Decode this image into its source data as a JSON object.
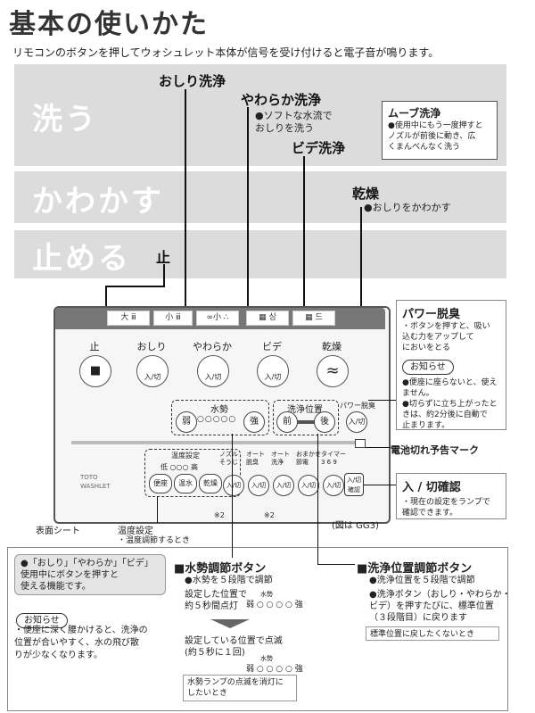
{
  "title": "基本の使いかた",
  "subtitle": "リモコンのボタンを押してウォシュレット本体が信号を受け付けると電子音が鳴ります。",
  "bands": {
    "wash": "洗う",
    "dry": "かわかす",
    "stop": "止める"
  },
  "callouts": {
    "oshiri": "おしり洗浄",
    "yawaraka": "やわらか洗浄",
    "yawaraka_note": "●ソフトな水流で\nおしりを洗う",
    "bidet": "ビデ洗浄",
    "kanso": "乾燥",
    "kanso_note": "●おしりをかわかす",
    "stop": "止"
  },
  "move": {
    "title": "ムーブ洗浄",
    "text": "●使用中にもう一度押すと\nノズルが前後に動き、広\nくまんべんなく洗う"
  },
  "remote": {
    "tabs": [
      "大 ⅲ",
      "小 ⅲ",
      "∞小 ∴",
      "▦ 싱",
      "▦ 드"
    ],
    "buttons": [
      "止",
      "おしり",
      "やわらか",
      "ビデ",
      "乾燥"
    ],
    "stop_glyph": "■",
    "onoff": "入/切",
    "dryer_glyph": "≈",
    "power_label": "パワー脱臭",
    "water_label": "水勢",
    "weak": "弱",
    "strong": "強",
    "dots": "○○○○○",
    "pos_label": "洗浄位置",
    "front": "前",
    "back": "後",
    "temp_label": "温度設定",
    "temp_scale": "低 ○○○ 高",
    "temp_btns": [
      "便座",
      "温水",
      "乾燥"
    ],
    "sub_labels": [
      "ノズル\nそうじ",
      "オート\n脱臭",
      "オート\n洗浄",
      "おまかせ\n節電",
      "タイマー\n3 6 9"
    ],
    "kakunin": "入/切\n確認",
    "logo": "TOTO\nWASHLET",
    "note2": "※2"
  },
  "power_panel": {
    "title": "パワー脱臭",
    "text": "・ボタンを押すと、吸い\n込む力をアップして\nにおいをとる",
    "notice": "お知らせ",
    "notes": "●便座に座らないと、使え\nません。\n●切らずに立ち上がったと\nきは、約2分後に自動で\n止まります。"
  },
  "battery": "電池切れ予告マーク",
  "kakunin_panel": {
    "title": "入 / 切確認",
    "text": "・現在の設定をランプで\n確認できます。"
  },
  "labels": {
    "sheet": "表面シート",
    "temp": "温度設定",
    "temp_sub": "・温度調節するとき",
    "fig": "(図は GG3)"
  },
  "bottom": {
    "note1": "●「おしり」「やわらか」「ビデ」\n使用中にボタンを押すと\n使える機能です。",
    "notice": "お知らせ",
    "notice_text": "・便座に深く腰かけると、洗浄の\n位置が合いやすく、水の飛び散\nりが少なくなります。",
    "water_title": "■水勢調節ボタン",
    "water_1": "●水勢を５段階で調節",
    "water_2": "設定した位置で\n約５秒間点灯",
    "water_3": "設定している位置で点滅\n(約５秒に１回)",
    "water_4": "水勢ランプの点滅を消灯に\nしたいとき",
    "pos_title": "■洗浄位置調節ボタン",
    "pos_1": "●洗浄位置を５段階で調節",
    "pos_2": "●洗浄ボタン（おしり・やわらか・\nビデ）を押すたびに、標準位置\n（３段階目）に戻ります",
    "pos_3": "標準位置に戻したくないとき",
    "scale": "弱 ○ ○ ○ ○ 強",
    "scale_top": "水勢"
  }
}
